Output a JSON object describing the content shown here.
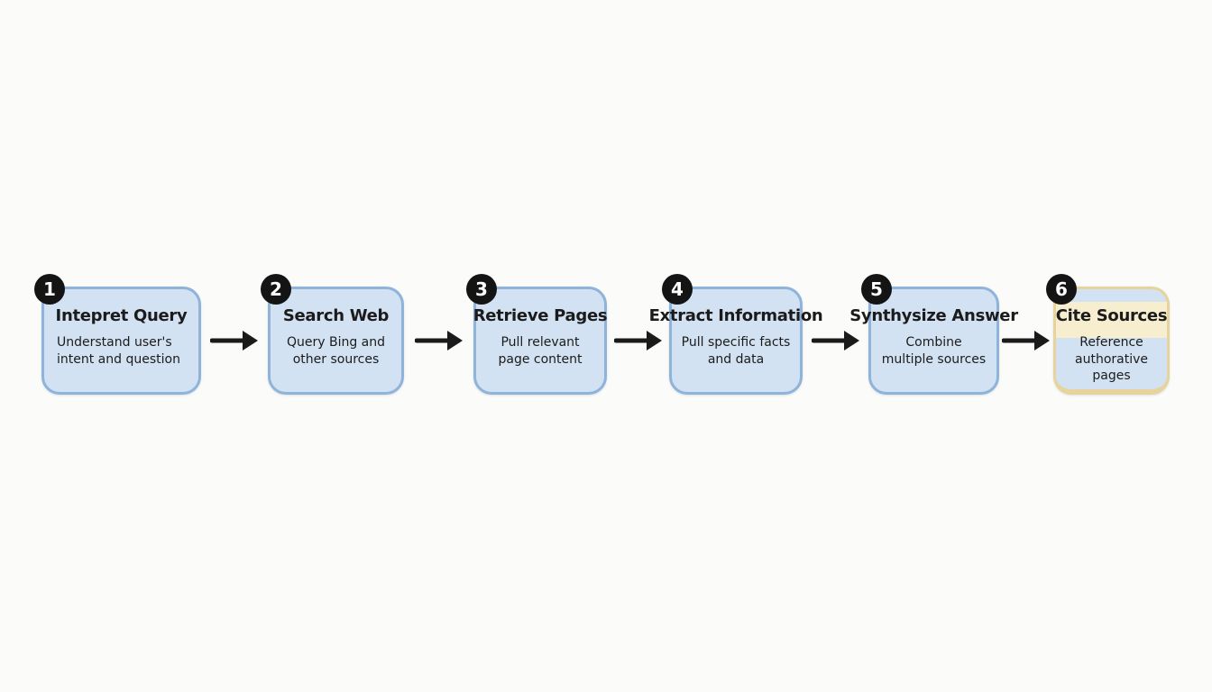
{
  "diagram": {
    "steps": [
      {
        "num": "1",
        "title": "Intepret Query",
        "desc": "Understand user's intent and question"
      },
      {
        "num": "2",
        "title": "Search Web",
        "desc": "Query Bing and other sources"
      },
      {
        "num": "3",
        "title": "Retrieve Pages",
        "desc": "Pull relevant page content"
      },
      {
        "num": "4",
        "title": "Extract Information",
        "desc": "Pull specific facts and data"
      },
      {
        "num": "5",
        "title": "Synthysize Answer",
        "desc": "Combine multiple sources"
      },
      {
        "num": "6",
        "title": "Cite Sources",
        "desc": "Reference authorative pages"
      }
    ],
    "icons": {
      "connector": "right-arrow-icon"
    },
    "colors": {
      "box_fill": "#d3e2f2",
      "box_border": "#8fb3d9",
      "highlight_fill": "#f6eecf",
      "highlight_border": "#e7d49c",
      "badge_bg": "#141414",
      "badge_text": "#ffffff",
      "arrow": "#1a1a1a",
      "text": "#1b1b1b",
      "background": "#fbfbf9"
    }
  }
}
